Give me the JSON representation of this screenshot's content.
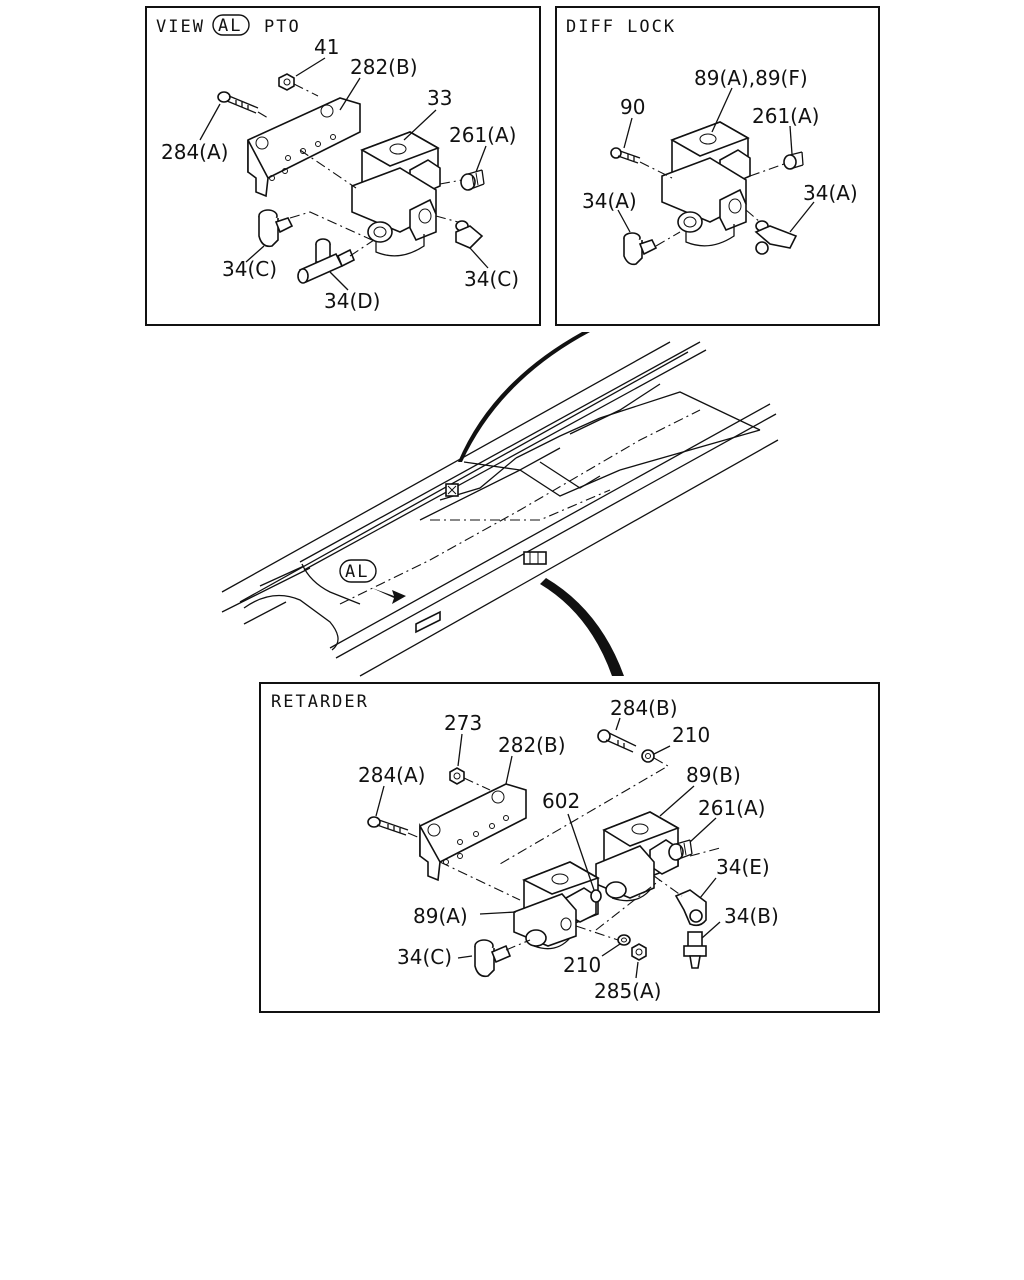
{
  "panels": {
    "pto": {
      "title_prefix": "VIEW",
      "title_circle": "AL",
      "title_suffix": "PTO",
      "callouts": [
        "41",
        "282(B)",
        "33",
        "284(A)",
        "261(A)",
        "34(C)",
        "34(C)",
        "34(D)"
      ]
    },
    "diff_lock": {
      "title": "DIFF LOCK",
      "callouts": [
        "89(A),89(F)",
        "90",
        "261(A)",
        "34(A)",
        "34(A)"
      ]
    },
    "chassis": {
      "view_marker": "AL"
    },
    "retarder": {
      "title": "RETARDER",
      "callouts": [
        "273",
        "284(B)",
        "210",
        "282(B)",
        "284(A)",
        "602",
        "89(B)",
        "261(A)",
        "34(E)",
        "89(A)",
        "34(B)",
        "34(C)",
        "210",
        "285(A)"
      ]
    }
  }
}
